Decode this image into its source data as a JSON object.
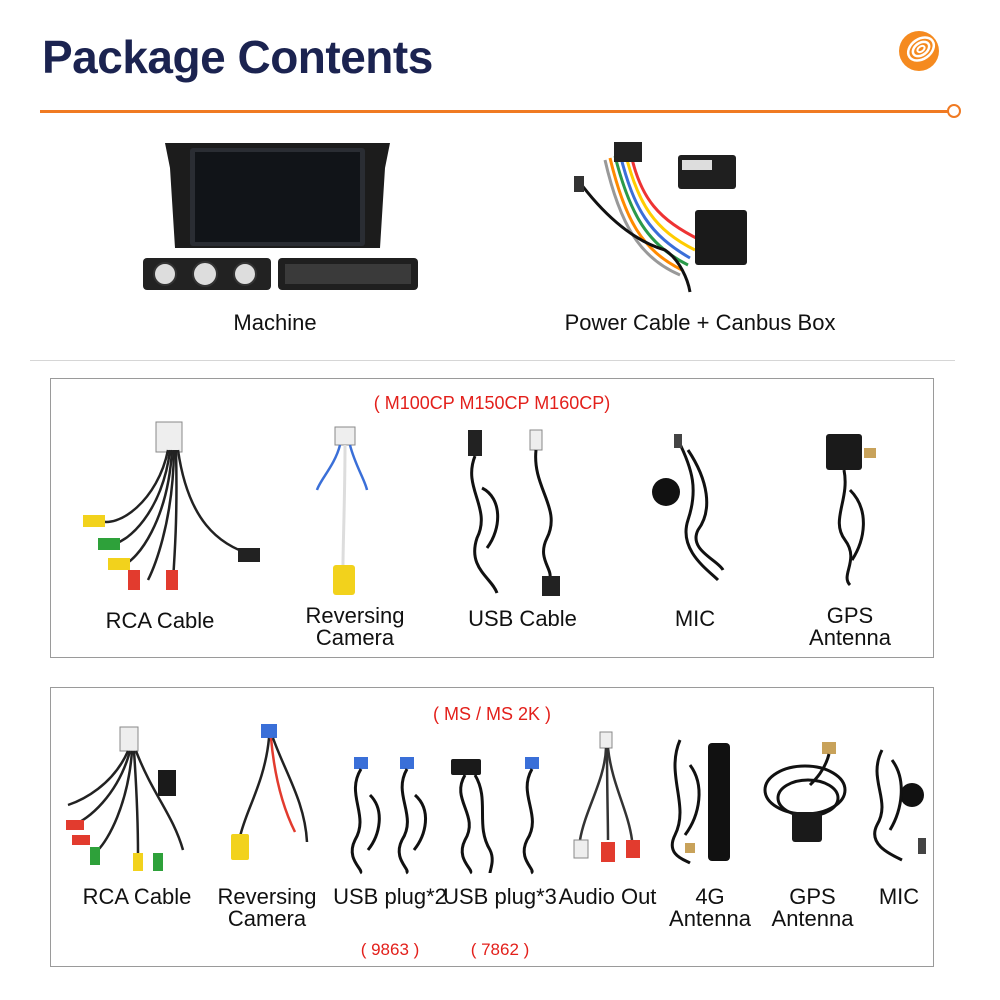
{
  "header": {
    "title": "Package Contents",
    "logo_icon": "orange-spiral-logo",
    "accent": "#f07a22"
  },
  "top_items": [
    {
      "label": "Machine",
      "icon": "car-stereo-unit-image"
    },
    {
      "label": "Power Cable + Canbus Box",
      "icon": "power-harness-image"
    }
  ],
  "group1": {
    "model_text": "( M100CP M150CP M160CP)",
    "items": [
      {
        "label": "RCA Cable"
      },
      {
        "label": "Reversing Camera"
      },
      {
        "label": "USB Cable"
      },
      {
        "label": "MIC"
      },
      {
        "label": "GPS Antenna"
      }
    ]
  },
  "group2": {
    "model_text": "( MS / MS 2K )",
    "items": [
      {
        "label": "RCA Cable",
        "code": ""
      },
      {
        "label": "Reversing Camera",
        "code": ""
      },
      {
        "label": "USB plug*2",
        "code": "( 9863 )"
      },
      {
        "label": "USB plug*3",
        "code": "( 7862 )"
      },
      {
        "label": "Audio Out",
        "code": ""
      },
      {
        "label": "4G Antenna",
        "code": ""
      },
      {
        "label": "GPS Antenna",
        "code": ""
      },
      {
        "label": "MIC",
        "code": ""
      }
    ]
  },
  "colors": {
    "title": "#1b2350",
    "model_red": "#e3201b",
    "box_border": "#9a9a9a"
  }
}
